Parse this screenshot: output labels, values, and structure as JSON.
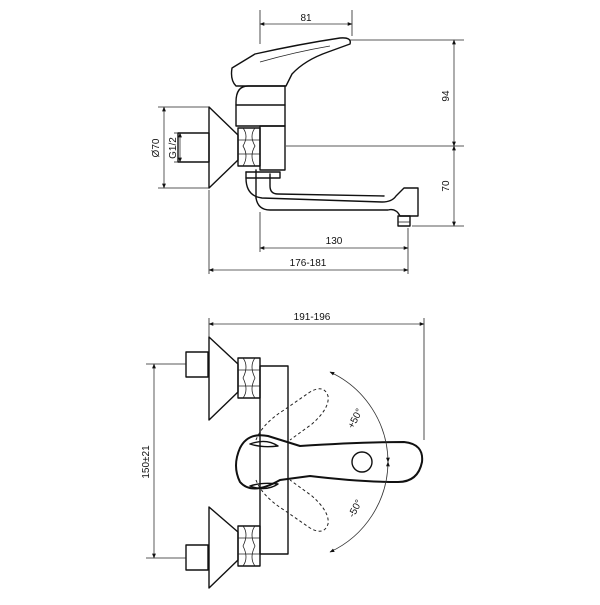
{
  "dimensions": {
    "top_view": {
      "lever_reach": "81",
      "lever_height": "94",
      "spout_height": "70",
      "flange_diameter": "Ø70",
      "thread_size": "G1/2",
      "spout_projection": "130",
      "overall_projection": "176-181"
    },
    "front_view": {
      "overall_width": "191-196",
      "center_distance": "150±21",
      "lever_angle_up": "+50°",
      "lever_angle_down": "-50°"
    }
  },
  "colors": {
    "line": "#111111",
    "background": "#ffffff"
  }
}
